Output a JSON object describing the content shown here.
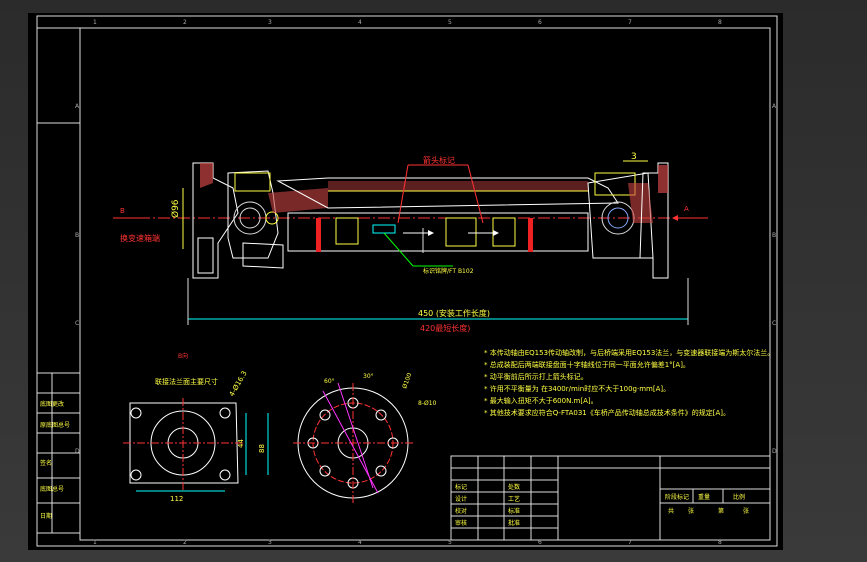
{
  "drawing": {
    "grid_letters": [
      "A",
      "B",
      "C",
      "D"
    ],
    "grid_numbers": [
      "1",
      "2",
      "3",
      "4",
      "5",
      "6",
      "7",
      "8"
    ],
    "labels": {
      "arrow_mark": "箭头标记",
      "dimension_3": "3",
      "diameter": "Ø96",
      "label_b": "B",
      "change_end": "换变速箱端",
      "label_a": "A",
      "nameplate": "标识铭牌/FT B102",
      "length_450": "450 (安装工作长度)",
      "length_420": "420最短长度)",
      "flange_view_title": "联接法兰面主要尺寸",
      "dim_a": "4-Ø16.3",
      "dim_44": "44",
      "dim_88": "88",
      "dim_112": "112",
      "view_b": "B向",
      "circle_angle_1": "60°",
      "circle_angle_2": "30°",
      "circle_dia": "Ø100",
      "circle_holes": "8-Ø10"
    },
    "notes": [
      "* 本传动轴由EQ153传动轴改制，与后桥端采用EQ153法兰，与变速器联接端为斯太尔法兰。",
      "* 总成装配后两端联接盘面十字轴线位于同一平面允许偏差1°[A]。",
      "* 动平衡前后所示打上箭头标记。",
      "* 许用不平衡量为 在3400r/min时应不大于100g·mm[A]。",
      "* 最大输入扭矩不大于600N.m[A]。",
      "* 其他技术要求应符合Q-FTA031《车桥产品传动轴总成技术条件》的规定[A]。"
    ],
    "left_block": [
      "底图更改",
      "原底图总号",
      "签名",
      "底图总号",
      "日期"
    ],
    "title_block": {
      "col1": [
        "标记",
        "设计",
        "校对",
        "审核"
      ],
      "col2": [
        "处数",
        "工艺",
        "标准",
        "批准"
      ],
      "right_top": [
        "阶段标记",
        "重量",
        "比例"
      ],
      "right_bottom": [
        "共",
        "张",
        "第",
        "张"
      ]
    }
  }
}
